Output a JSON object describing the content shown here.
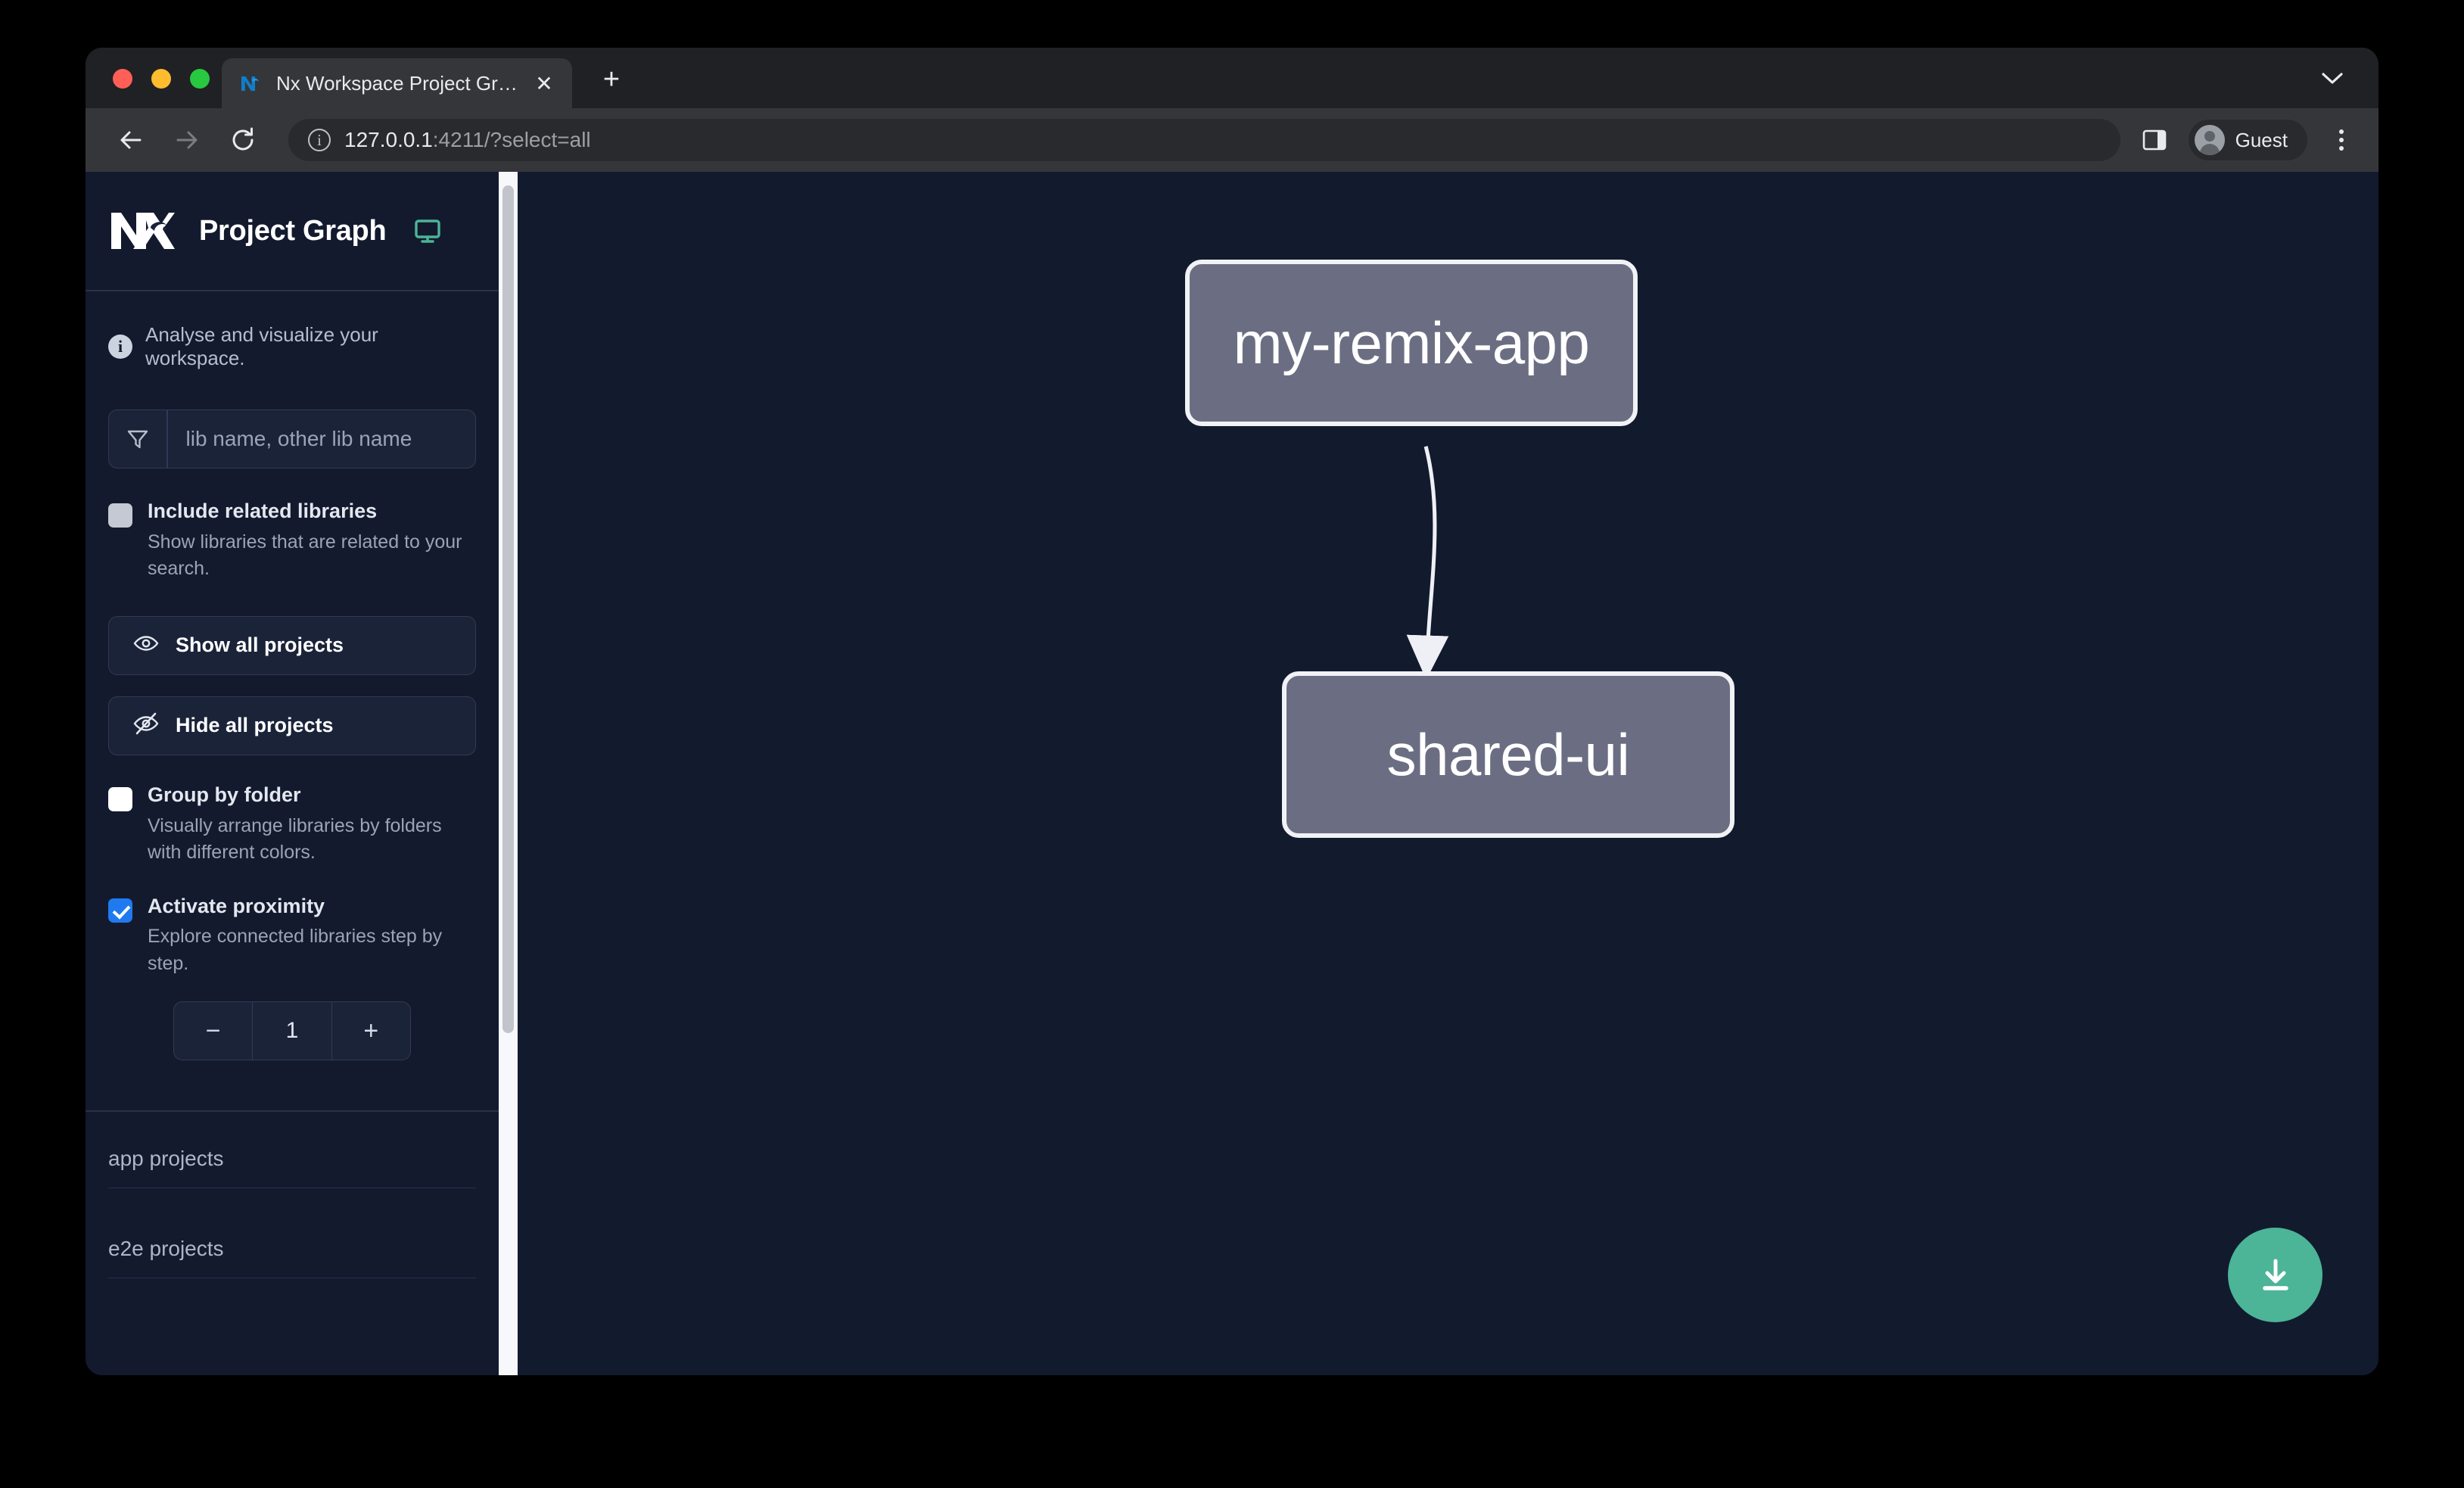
{
  "browser": {
    "tab": {
      "title": "Nx Workspace Project Graph",
      "favicon_name": "nx-favicon",
      "close_label": "✕"
    },
    "new_tab_label": "+",
    "tab_strip_chevron": "⌄",
    "toolbar": {
      "back_label": "←",
      "forward_label": "→",
      "reload_label": "↻",
      "url_host": "127.0.0.1",
      "url_rest": ":4211/?select=all",
      "info_icon_label": "i",
      "profile_label": "Guest"
    }
  },
  "sidebar": {
    "app_title": "Project Graph",
    "tagline": "Analyse and visualize your workspace.",
    "filter": {
      "placeholder": "lib name, other lib name",
      "value": ""
    },
    "options": [
      {
        "label": "Include related libraries",
        "description": "Show libraries that are related to your search.",
        "checked": false,
        "style": "grey"
      },
      {
        "label": "Group by folder",
        "description": "Visually arrange libraries by folders with different colors.",
        "checked": false,
        "style": "white"
      },
      {
        "label": "Activate proximity",
        "description": "Explore connected libraries step by step.",
        "checked": true,
        "style": "blue"
      }
    ],
    "show_all_label": "Show all projects",
    "hide_all_label": "Hide all projects",
    "proximity": {
      "decrement_label": "−",
      "value": "1",
      "increment_label": "+"
    },
    "project_groups": [
      {
        "label": "app projects"
      },
      {
        "label": "e2e projects"
      }
    ]
  },
  "graph": {
    "nodes": [
      {
        "id": "my-remix-app",
        "label": "my-remix-app"
      },
      {
        "id": "shared-ui",
        "label": "shared-ui"
      }
    ],
    "edges": [
      {
        "from": "my-remix-app",
        "to": "shared-ui"
      }
    ],
    "download_button_name": "download-graph"
  },
  "colors": {
    "accent_green": "#4cb497",
    "checkbox_blue": "#1f7af0",
    "node_fill": "#6b6e83",
    "node_border": "#f1f2f6",
    "graph_background": "#121a2e",
    "sidebar_background": "#131a2e",
    "traffic_red": "#ff5f57",
    "traffic_yellow": "#febc2e",
    "traffic_green": "#28c840"
  }
}
